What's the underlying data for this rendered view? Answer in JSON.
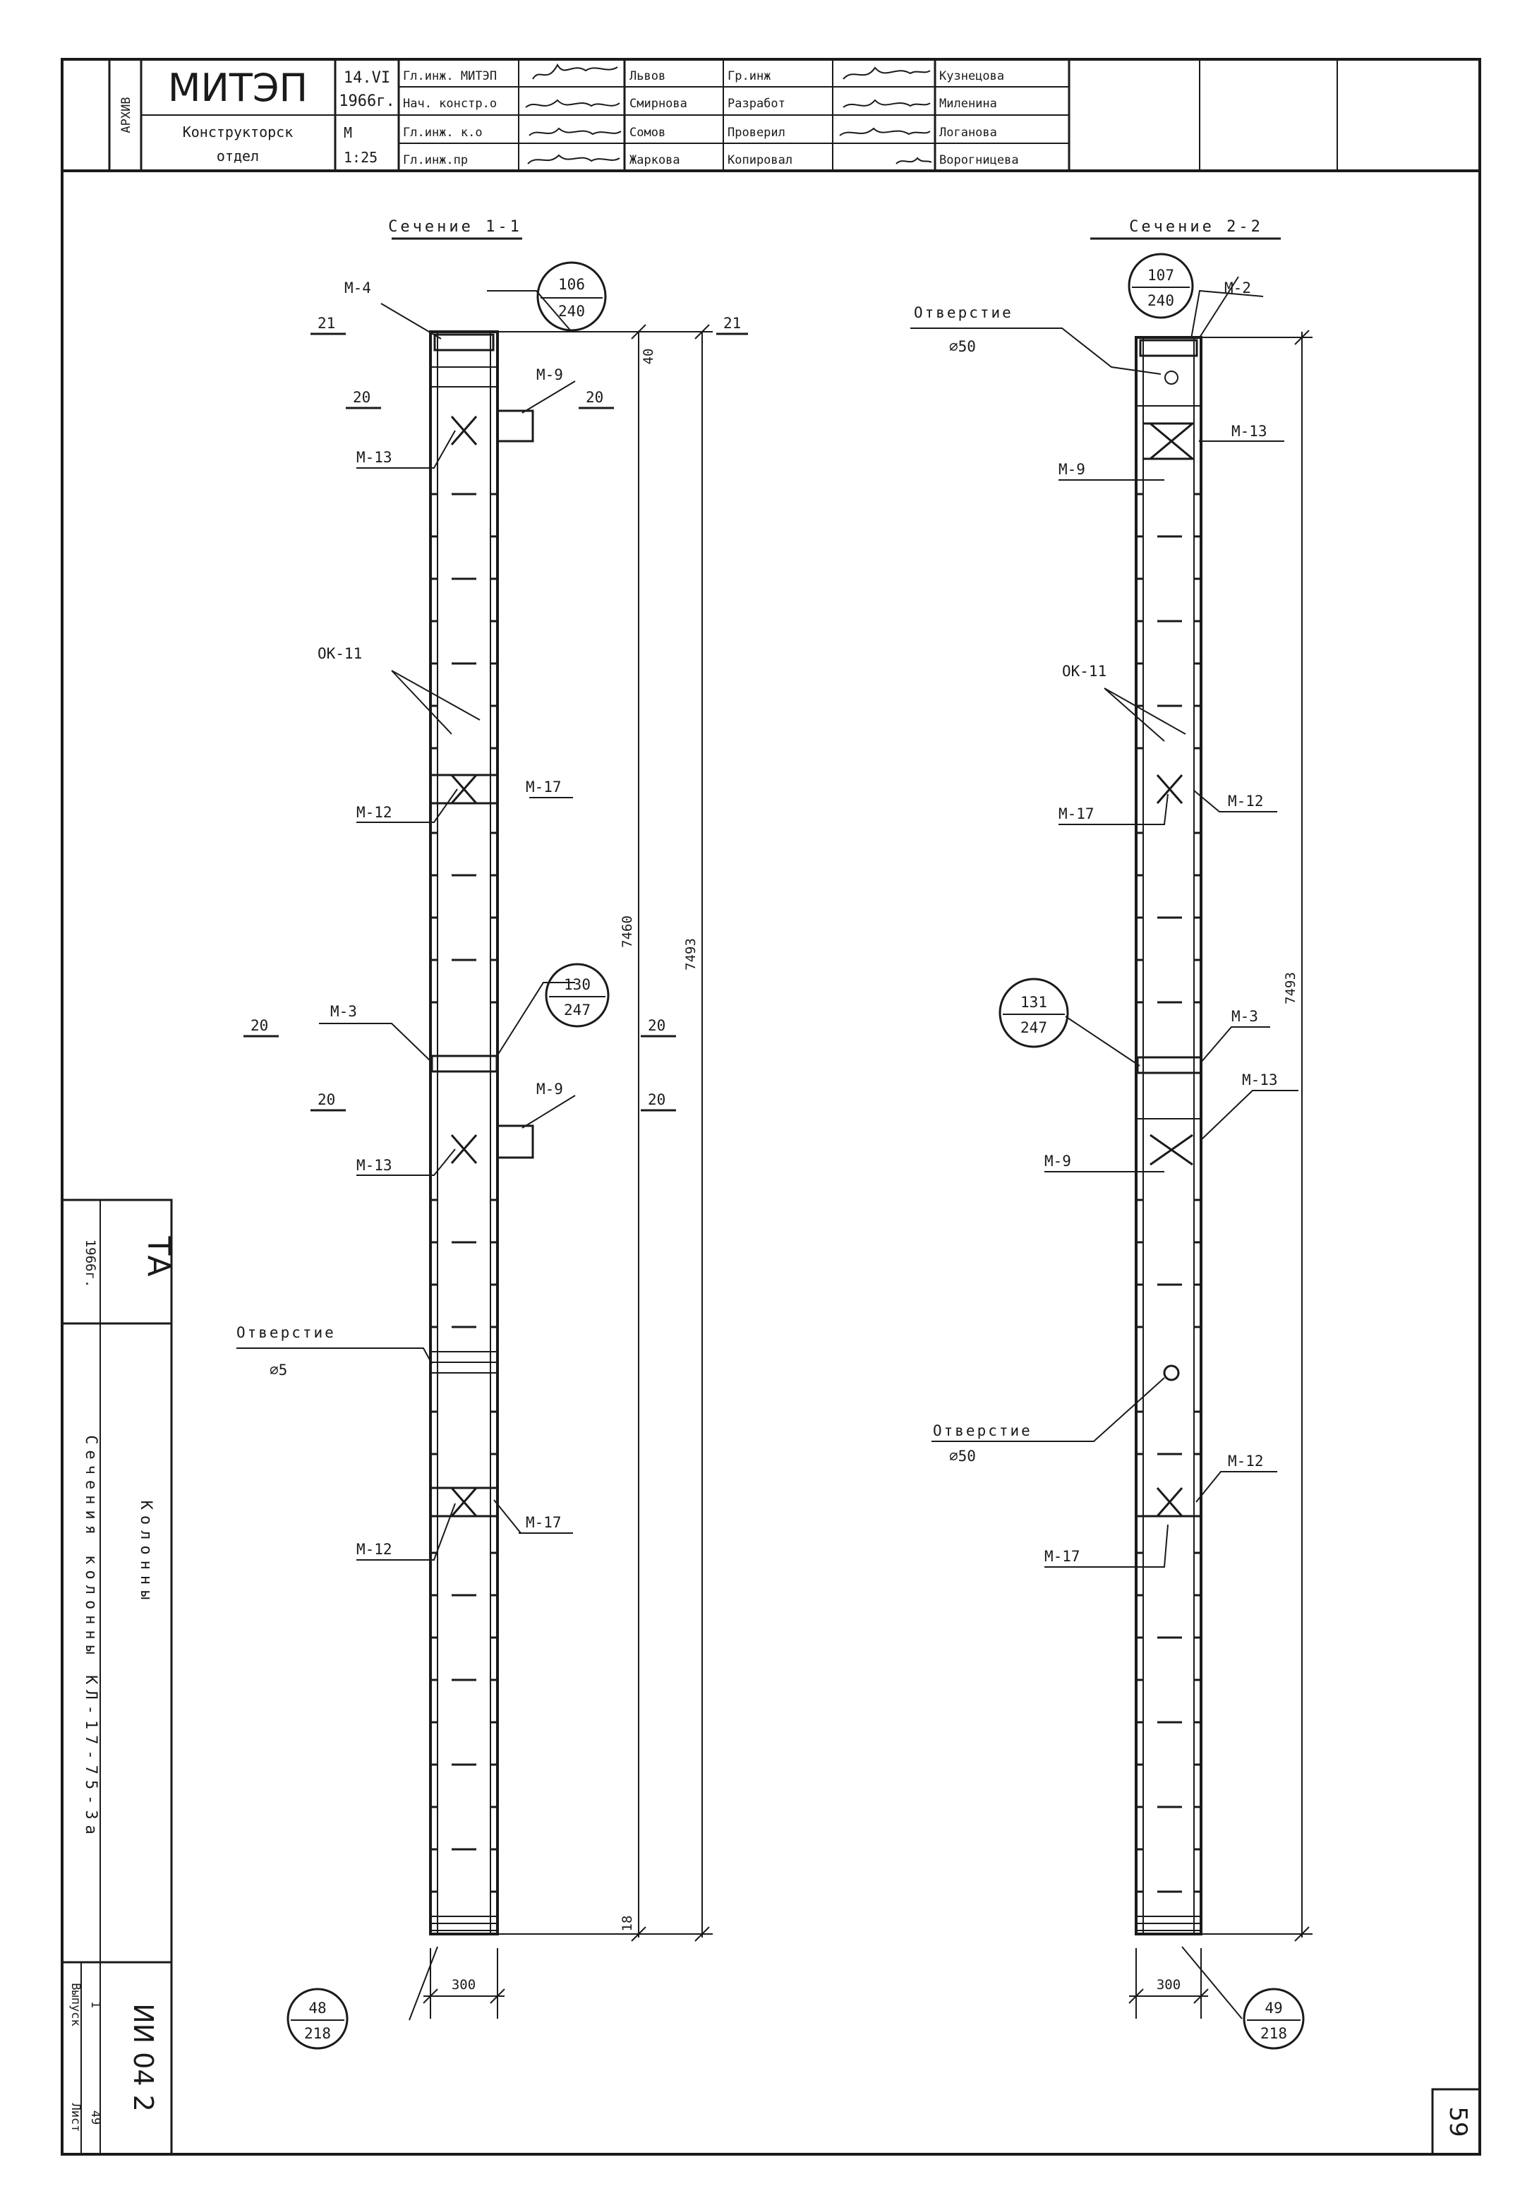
{
  "title_block": {
    "side_label": "АРХИВ",
    "org": "МИТЭП",
    "dept_line1": "Конструкторск",
    "dept_line2": "отдел",
    "date_line1": "14.VI",
    "date_line2": "1966г.",
    "scale_label": "М",
    "scale_value": "1:25",
    "roles_left": [
      "Гл.инж. МИТЭП",
      "Нач. констр.о",
      "Гл.инж. к.о",
      "Гл.инж.пр"
    ],
    "names_left": [
      "Львов",
      "Смирнова",
      "Сомов",
      "Жаркова"
    ],
    "roles_right": [
      "Гр.инж",
      "Разработ",
      "Проверил",
      "Копировал"
    ],
    "names_right": [
      "Кузнецова",
      "Миленина",
      "Логанова",
      "Ворогницева"
    ]
  },
  "left_view": {
    "heading": "Сечение 1-1",
    "labels": {
      "m4": "М-4",
      "m9_top": "М-9",
      "m13_top": "М-13",
      "ok11": "ОК-11",
      "m12_mid": "М-12",
      "m17_mid": "М-17",
      "m3": "М-3",
      "m9_mid": "М-9",
      "m13_mid": "М-13",
      "hole_title": "Отверстие",
      "hole_dia": "⌀5",
      "m12_low": "М-12",
      "m17_low": "М-17",
      "lvl_21_left": "21",
      "lvl_21_right": "21",
      "lvl_20_a": "20",
      "lvl_20_b": "20",
      "lvl_20_c": "20",
      "lvl_20_d": "20",
      "lvl_20_e": "20",
      "lvl_20_f": "20"
    },
    "callouts": {
      "top_num": "106",
      "top_den": "240",
      "mid_num": "130",
      "mid_den": "247",
      "bot_num": "48",
      "bot_den": "218"
    },
    "dims": {
      "top_small": "40",
      "inner": "7460",
      "outer": "7493",
      "bottom_small": "18",
      "width": "300"
    }
  },
  "right_view": {
    "heading": "Сечение 2-2",
    "labels": {
      "hole_top_title": "Отверстие",
      "hole_top_dia": "⌀50",
      "m2": "М-2",
      "m13_top": "М-13",
      "m9_top": "М-9",
      "ok11": "ОК-11",
      "m17_mid": "М-17",
      "m12_mid": "М-12",
      "m3": "М-3",
      "m13_mid": "М-13",
      "m9_mid": "М-9",
      "hole_low_title": "Отверстие",
      "hole_low_dia": "⌀50",
      "m12_low": "М-12",
      "m17_low": "М-17"
    },
    "callouts": {
      "top_num": "107",
      "top_den": "240",
      "mid_num": "131",
      "mid_den": "247",
      "bot_num": "49",
      "bot_den": "218"
    },
    "dims": {
      "outer": "7493",
      "width": "300"
    }
  },
  "side_stamp": {
    "org_mark": "ТА",
    "year": "1966г.",
    "title_vertical": "Сечения колонны КЛ-17-75-3а",
    "subtitle_vertical": "Колонны",
    "doc_code": "ИИ 04 2",
    "issue_label": "Выпуск",
    "issue_value": "1",
    "sheet_label": "Лист",
    "sheet_value": "49"
  },
  "page_number": "59"
}
